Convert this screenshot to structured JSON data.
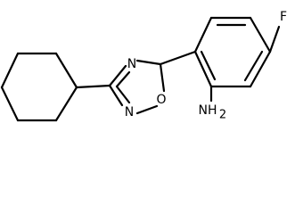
{
  "molecule": {
    "atoms": {
      "n_top": "N",
      "n_bottom": "N",
      "o_ring": "O",
      "f_sub": "F",
      "nh2_main": "NH",
      "nh2_subscript": "2"
    }
  }
}
